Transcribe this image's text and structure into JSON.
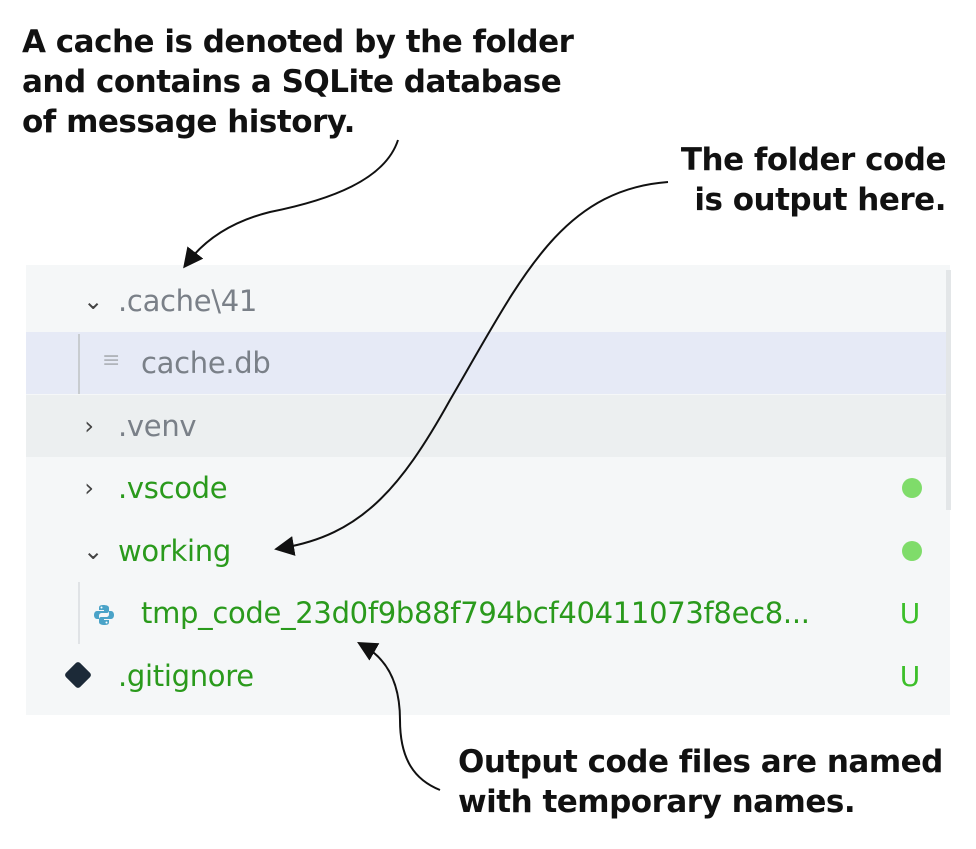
{
  "annotations": {
    "cache_note": [
      "A cache is denoted by the folder",
      "and contains a SQLite database",
      "of message history."
    ],
    "folder_note": [
      "The folder code",
      "is output here."
    ],
    "output_note": [
      "Output code files are named",
      "with temporary names."
    ]
  },
  "explorer": {
    "items": [
      {
        "label": ".cache\\41",
        "type": "folder",
        "expanded": true
      },
      {
        "label": "cache.db",
        "type": "file",
        "selected": true
      },
      {
        "label": ".venv",
        "type": "folder",
        "expanded": false
      },
      {
        "label": ".vscode",
        "type": "folder",
        "expanded": false,
        "status": "modified-dot"
      },
      {
        "label": "working",
        "type": "folder",
        "expanded": true,
        "status": "modified-dot"
      },
      {
        "label": "tmp_code_23d0f9b88f794bcf40411073f8ec8...",
        "type": "python-file",
        "badge": "U"
      },
      {
        "label": ".gitignore",
        "type": "git-file",
        "badge": "U"
      }
    ]
  },
  "colors": {
    "untracked": "#2a9a1c",
    "selected_row": "#e6eaf6",
    "hover_row": "#eceff0"
  }
}
